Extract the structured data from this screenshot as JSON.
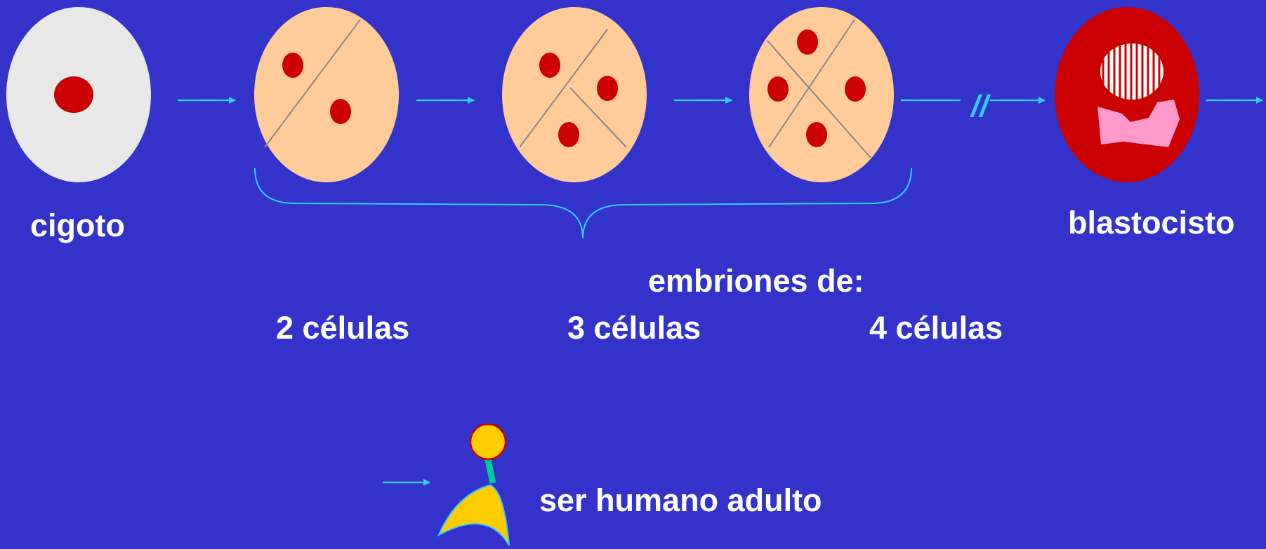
{
  "labels": {
    "zygote": "cigoto",
    "blastocyst": "blastocisto",
    "embryos_heading": "embriones de:",
    "two_cells": "2 células",
    "three_cells": "3 células",
    "four_cells": "4 células",
    "adult": "ser humano adulto",
    "time_break_mark": "//"
  },
  "stages": [
    {
      "id": "zygote",
      "cell_count": 1
    },
    {
      "id": "two-cell-embryo",
      "cell_count": 2
    },
    {
      "id": "three-cell-embryo",
      "cell_count": 3
    },
    {
      "id": "four-cell-embryo",
      "cell_count": 4
    },
    {
      "id": "blastocyst"
    },
    {
      "id": "adult-human"
    }
  ],
  "colors": {
    "background": "#3333cc",
    "zygote_fill": "#e8e8e8",
    "embryo_fill": "#ffcc99",
    "nucleus": "#cc0000",
    "blastocyst_fill": "#cc0000",
    "inner_cell_mass": "#ff99cc",
    "arrow": "#33ccff",
    "division_line": "#888888",
    "adult_head": "#ffcc00",
    "adult_neck": "#00cc99",
    "text": "#ffffff"
  }
}
